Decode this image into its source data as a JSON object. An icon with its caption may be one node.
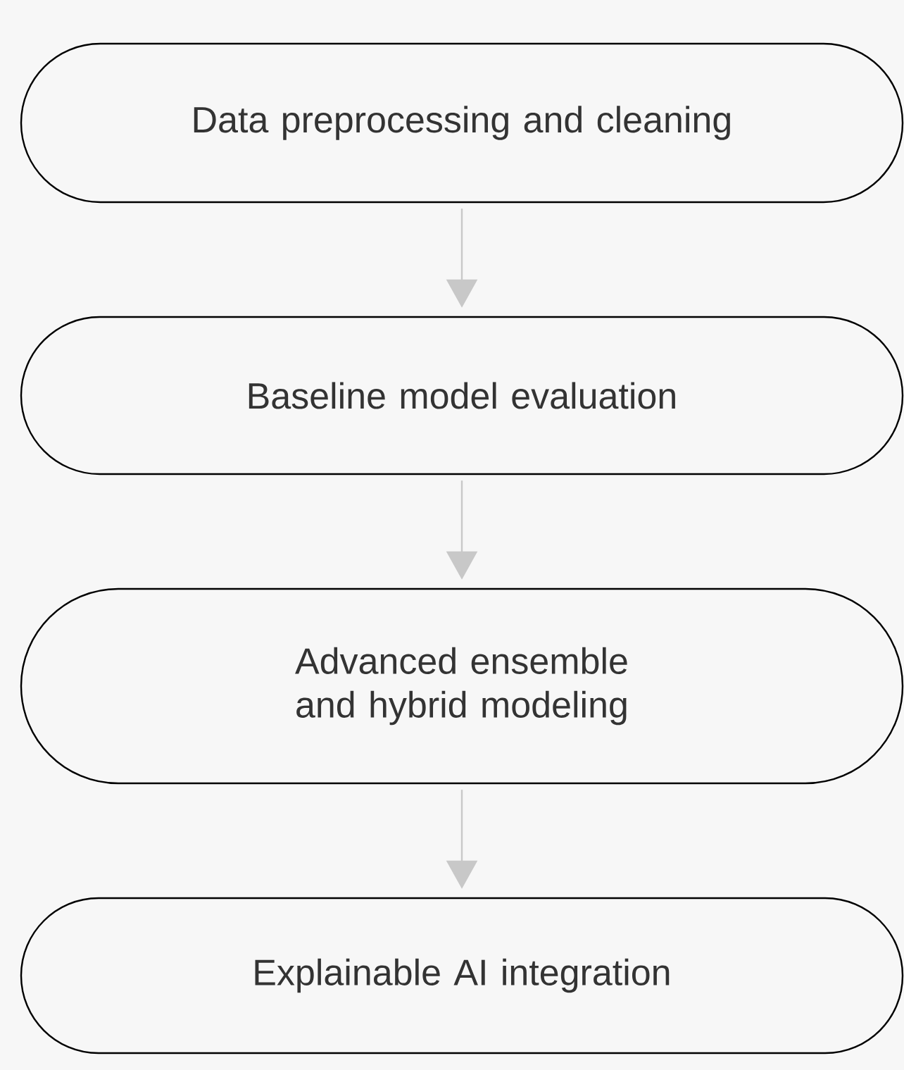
{
  "diagram": {
    "nodes": [
      {
        "text": [
          "Data preprocessing and cleaning"
        ]
      },
      {
        "text": [
          "Baseline model evaluation"
        ]
      },
      {
        "text": [
          "Advanced ensemble and hybrid modeling"
        ]
      },
      {
        "text": [
          "Explainable AI integration"
        ]
      }
    ],
    "edges": [
      {
        "from": 0,
        "to": 1,
        "arrow": "to"
      },
      {
        "from": 1,
        "to": 2,
        "arrow": "to"
      },
      {
        "from": 2,
        "to": 3,
        "arrow": "to"
      }
    ]
  }
}
